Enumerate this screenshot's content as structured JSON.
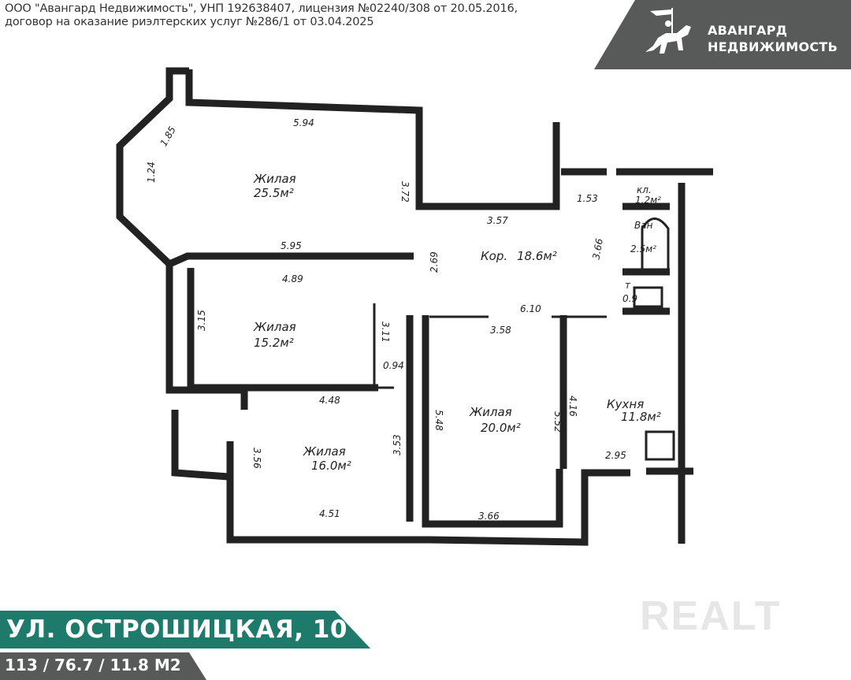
{
  "header": {
    "company_line1": "ООО \"Авангард Недвижимость\", УНП 192638407, лицензия №02240/308 от 20.05.2016,",
    "company_line2": "договор на оказание риэлтерских услуг №286/1 от 03.04.2025"
  },
  "logo": {
    "line1": "АВАНГАРД",
    "line2": "НЕДВИЖИМОСТЬ",
    "icon": "knight-on-horse-icon"
  },
  "rooms": [
    {
      "name": "Жилая",
      "area": "25.5м²"
    },
    {
      "name": "Кор.",
      "area": "18.6м²"
    },
    {
      "name": "Жилая",
      "area": "15.2м²"
    },
    {
      "name": "Жилая",
      "area": "16.0м²"
    },
    {
      "name": "Жилая",
      "area": "20.0м²"
    },
    {
      "name": "Кухня",
      "area": "11.8м²"
    },
    {
      "name": "кл.",
      "area": "1.2м²"
    },
    {
      "name": "Ван",
      "area": "2.5м²"
    },
    {
      "name": "т",
      "area": "0.9"
    }
  ],
  "dimensions": [
    "5.94",
    "1.85",
    "1.24",
    "3.72",
    "3.57",
    "1.53",
    "5.95",
    "2.69",
    "3.66",
    "4.89",
    "3.15",
    "3.11",
    "6.10",
    "3.58",
    "0.94",
    "4.48",
    "5.48",
    "5.52",
    "4.16",
    "3.56",
    "3.53",
    "4.51",
    "3.66",
    "2.95"
  ],
  "footer": {
    "address": "УЛ. ОСТРОШИЦКАЯ, 10",
    "areas": "113 / 76.7 / 11.8 М2"
  },
  "watermark": "REALT",
  "colors": {
    "green": "#1e7b6b",
    "gray": "#575a59"
  }
}
